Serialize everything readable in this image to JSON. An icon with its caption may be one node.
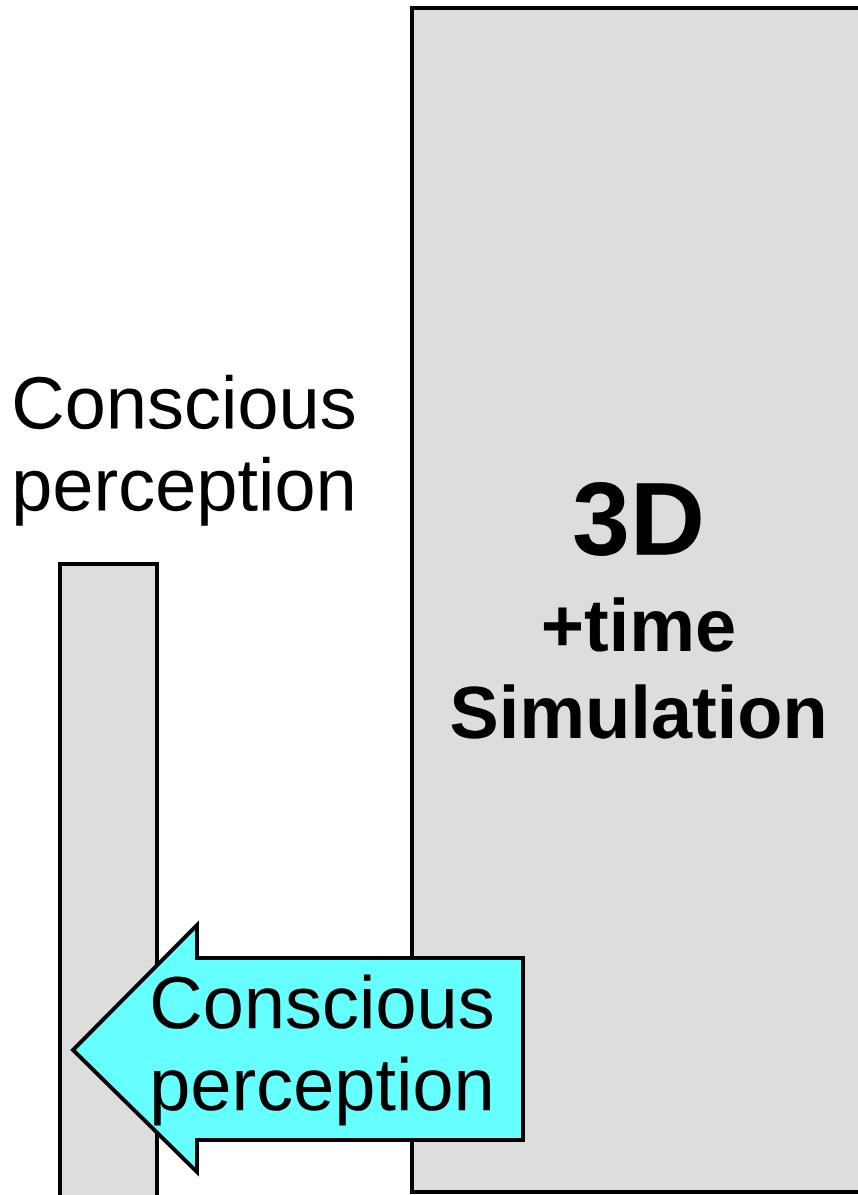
{
  "diagram": {
    "nodes": [
      {
        "text": [
          "Conscious perception"
        ]
      },
      {
        "text": [
          "3D",
          "+time Simulation"
        ]
      }
    ],
    "edges": [
      {
        "from": 1,
        "to": 0,
        "arrow": "to",
        "label": "Conscious perception",
        "style": "thick",
        "color": "#66ffff"
      }
    ]
  }
}
